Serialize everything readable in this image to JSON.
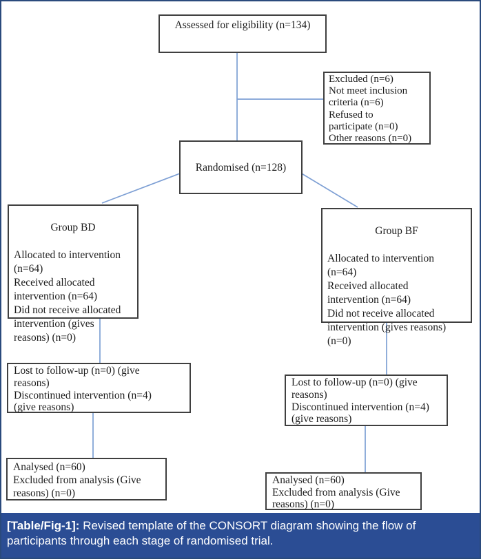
{
  "diagram": {
    "assessed": {
      "text": "Assessed for eligibility (n=134)"
    },
    "excluded": {
      "text": "Excluded (n=6)\nNot meet inclusion\ncriteria (n=6)\nRefused to\nparticipate (n=0)\nOther reasons (n=0)"
    },
    "randomised": {
      "text": "Randomised (n=128)"
    },
    "group_bd": {
      "title": "Group BD",
      "body": "Allocated to intervention\n(n=64)\nReceived allocated\nintervention (n=64)\nDid not receive allocated\nintervention (gives\nreasons) (n=0)"
    },
    "group_bf": {
      "title": "Group BF",
      "body": "Allocated to intervention\n(n=64)\nReceived allocated\nintervention (n=64)\nDid not receive allocated\nintervention (gives reasons)\n(n=0)"
    },
    "followup_left": {
      "text": "Lost to follow-up (n=0) (give\nreasons)\nDiscontinued intervention (n=4)\n(give reasons)"
    },
    "followup_right": {
      "text": "Lost to follow-up (n=0) (give\nreasons)\nDiscontinued intervention (n=4)\n(give reasons)"
    },
    "analysed_left": {
      "text": "Analysed (n=60)\nExcluded from analysis (Give\nreasons) (n=0)"
    },
    "analysed_right": {
      "text": "Analysed (n=60)\nExcluded from analysis (Give\nreasons) (n=0)"
    }
  },
  "caption": {
    "label": "[Table/Fig-1]:",
    "text": "Revised template of the CONSORT diagram showing the flow of participants through each stage of randomised trial."
  },
  "colors": {
    "connector": "#7d9fd4",
    "box_border": "#3f3f3f",
    "caption_background": "#2b4d94",
    "caption_text": "#ffffff",
    "frame_border": "#2a4a7c"
  }
}
